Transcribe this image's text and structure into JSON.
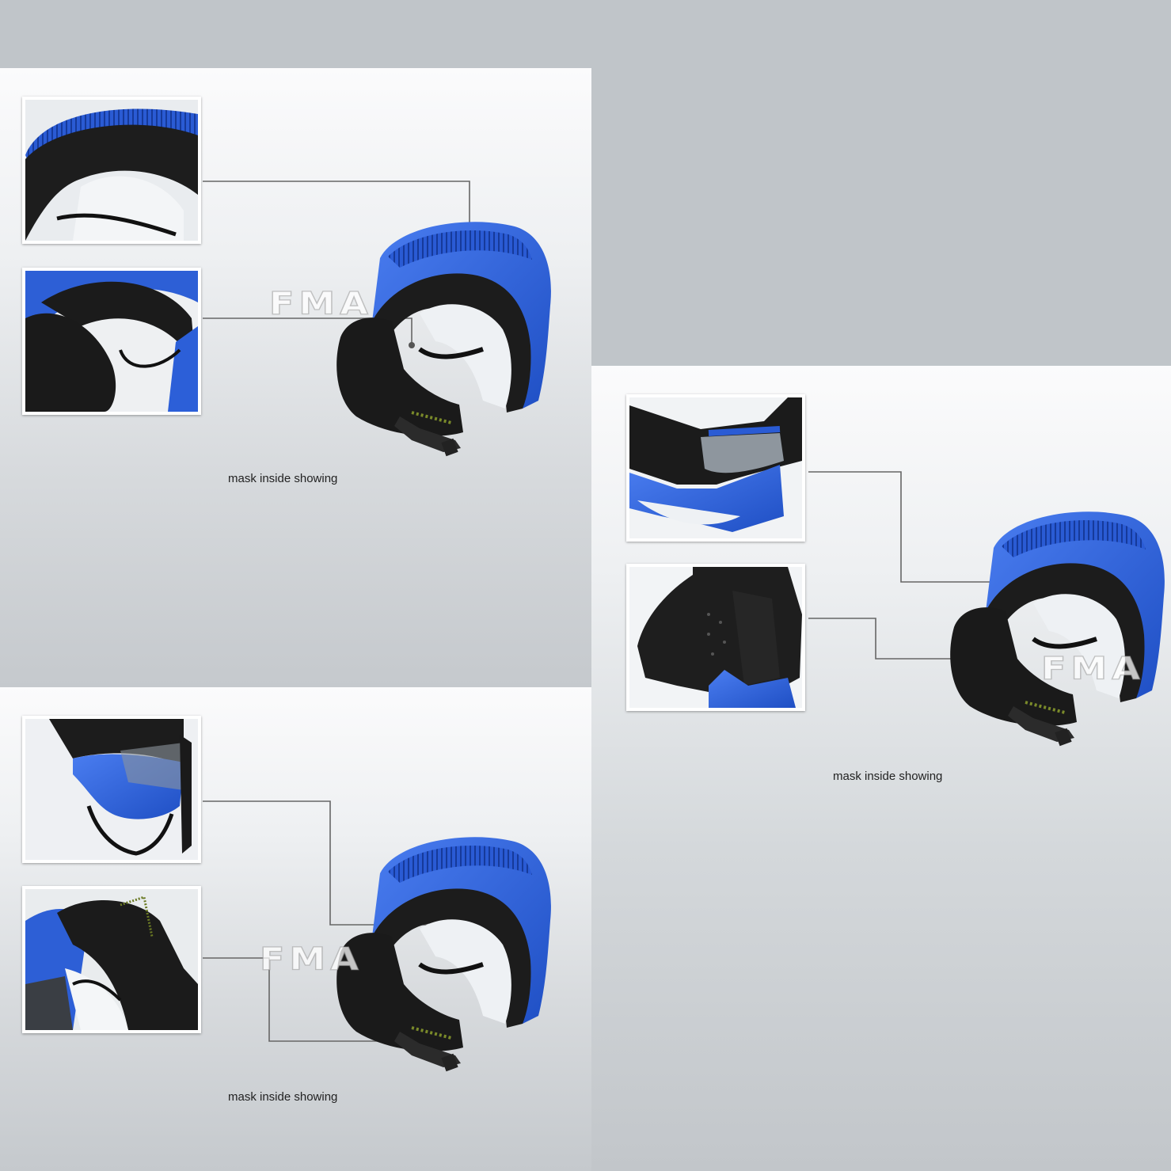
{
  "panels": [
    {
      "caption": "mask inside showing",
      "watermark": "FMA"
    },
    {
      "caption": "mask inside showing",
      "watermark": "FMA"
    },
    {
      "caption": "mask inside showing",
      "watermark": "FMA"
    }
  ],
  "colors": {
    "background": "#c0c5c9",
    "mask_blue": "#2f63d8",
    "foam_black": "#1c1c1c",
    "lens_white": "#f2f4f6",
    "leader_line": "#666666"
  }
}
